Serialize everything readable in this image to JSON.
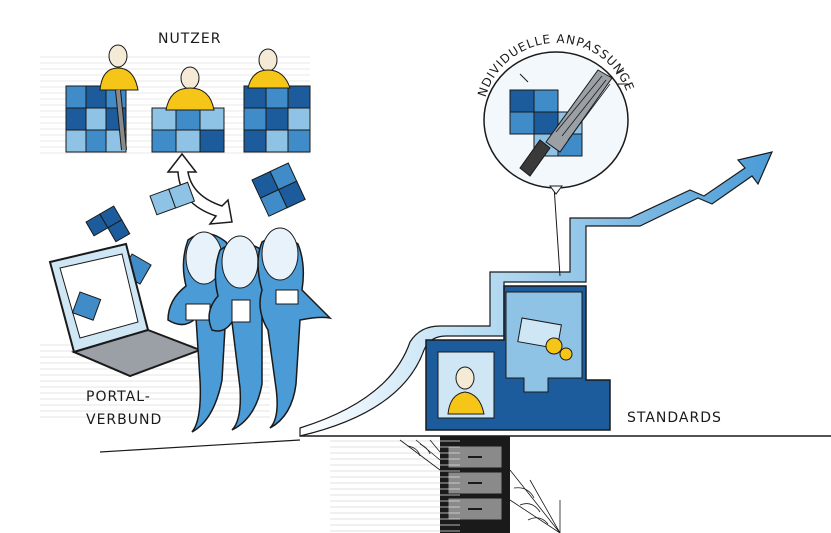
{
  "labels": {
    "nutzer": "NUTZER",
    "portal_line1": "PORTAL-",
    "portal_line2": "VERBUND",
    "standards": "STANDARDS",
    "individuelle": "INDIVIDUELLE ANPASSUNGEN"
  },
  "colors": {
    "dark_blue": "#1c5c9c",
    "mid_blue": "#3f8cc8",
    "light_blue": "#8fc3e6",
    "pale_blue": "#cfe6f5",
    "yellow": "#f5c518",
    "ink": "#1a1a1a"
  }
}
